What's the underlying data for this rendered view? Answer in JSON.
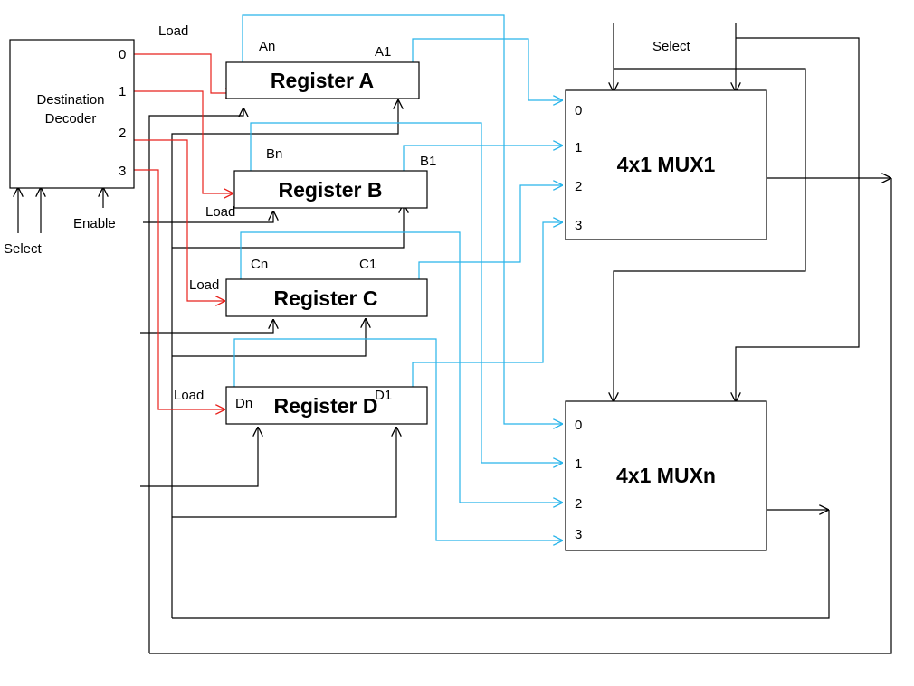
{
  "decoder": {
    "title_line1": "Destination",
    "title_line2": "Decoder",
    "outputs": [
      "0",
      "1",
      "2",
      "3"
    ],
    "select_label": "Select",
    "enable_label": "Enable"
  },
  "registers": [
    {
      "name": "Register A",
      "left_bit": "An",
      "right_bit": "A1",
      "load_label": "Load"
    },
    {
      "name": "Register B",
      "left_bit": "Bn",
      "right_bit": "B1",
      "load_label": "Load"
    },
    {
      "name": "Register C",
      "left_bit": "Cn",
      "right_bit": "C1",
      "load_label": "Load"
    },
    {
      "name": "Register D",
      "left_bit": "Dn",
      "right_bit": "D1",
      "load_label": "Load"
    }
  ],
  "muxes": [
    {
      "name": "4x1 MUX1",
      "inputs": [
        "0",
        "1",
        "2",
        "3"
      ]
    },
    {
      "name": "4x1 MUXn",
      "inputs": [
        "0",
        "1",
        "2",
        "3"
      ]
    }
  ],
  "mux_select_label": "Select",
  "colors": {
    "load_lines": "#e8211c",
    "register_output_lines": "#27b4ea",
    "bus_lines": "#000000"
  }
}
